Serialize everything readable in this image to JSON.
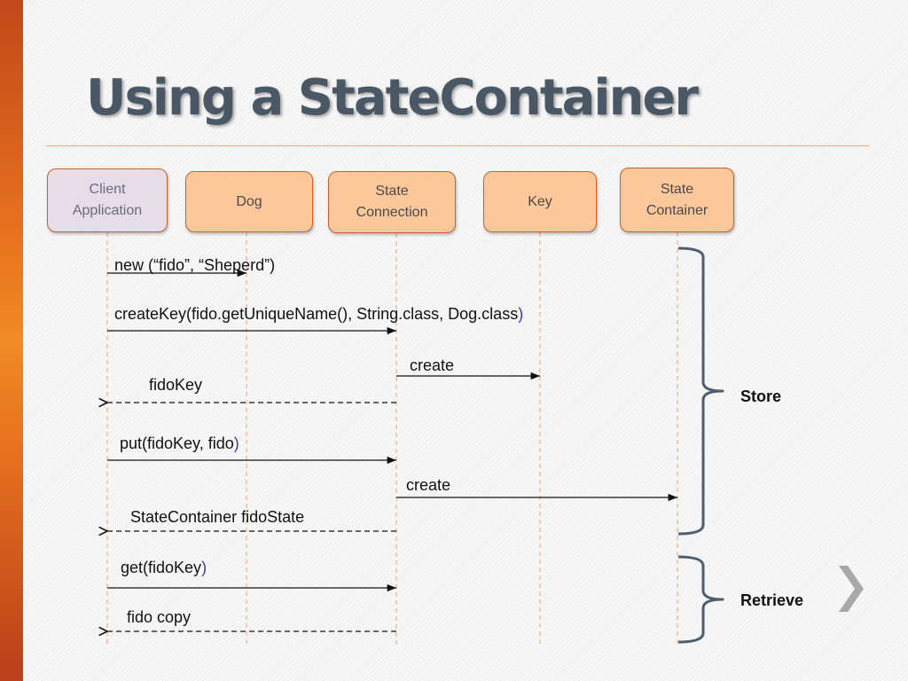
{
  "slide": {
    "title": "Using a StateContainer"
  },
  "participants": [
    {
      "id": "client",
      "label": "Client\nApplication"
    },
    {
      "id": "dog",
      "label": "Dog"
    },
    {
      "id": "connection",
      "label": "State\nConnection"
    },
    {
      "id": "key",
      "label": "Key"
    },
    {
      "id": "container",
      "label": "State\nContainer"
    }
  ],
  "messages": [
    {
      "from": "client",
      "to": "dog",
      "label": "new (“fido”, “Sheperd”)",
      "style": "solid"
    },
    {
      "from": "client",
      "to": "connection",
      "label": "createKey(fido.getUniqueName(), String.class, Dog.class",
      "label_suffix": ")",
      "style": "solid"
    },
    {
      "from": "connection",
      "to": "key",
      "label": "create",
      "style": "solid"
    },
    {
      "from": "connection",
      "to": "client",
      "label": "fidoKey",
      "style": "dashed"
    },
    {
      "from": "client",
      "to": "connection",
      "label": "put(fidoKey, fido",
      "label_suffix": ")",
      "style": "solid"
    },
    {
      "from": "connection",
      "to": "container",
      "label": "create",
      "style": "solid"
    },
    {
      "from": "connection",
      "to": "client",
      "label": "StateContainer fidoState",
      "style": "dashed"
    },
    {
      "from": "client",
      "to": "connection",
      "label": "get(fidoKey",
      "label_suffix": ")",
      "style": "solid"
    },
    {
      "from": "connection",
      "to": "client",
      "label": "fido copy",
      "style": "dashed"
    }
  ],
  "groups": [
    {
      "label": "Store"
    },
    {
      "label": "Retrieve"
    }
  ],
  "colors": {
    "box_fill": "#fcc79a",
    "box_border": "#c5622d",
    "client_fill": "#e6dde8",
    "lifeline": "#f0a070",
    "brace": "#4f5d70",
    "accent_bar": "#e7731e",
    "title": "#4a5764"
  },
  "navigation": {
    "next_icon": "chevron-right-icon"
  }
}
